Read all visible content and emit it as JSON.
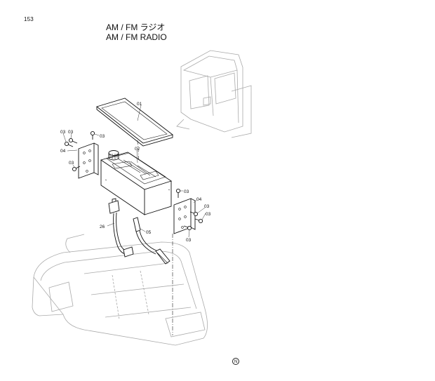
{
  "page": {
    "page_number": "153",
    "title_jp": "AM / FM ラジオ",
    "title_en": "AM / FM  RADIO",
    "corner_mark": "N"
  },
  "callouts": {
    "c01": "01",
    "c02": "02",
    "c03a": "03",
    "c03b": "03",
    "c03c": "03",
    "c03d": "03",
    "c03e": "03",
    "c03f": "03",
    "c03g": "03",
    "c03h": "03",
    "c04a": "04",
    "c04b": "04",
    "c05": "05",
    "c26": "26"
  }
}
